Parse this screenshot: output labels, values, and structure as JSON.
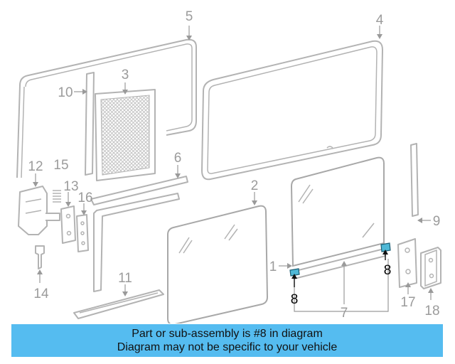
{
  "callouts": [
    "1",
    "2",
    "3",
    "4",
    "5",
    "6",
    "7",
    "8",
    "8",
    "9",
    "10",
    "11",
    "12",
    "13",
    "14",
    "15",
    "16",
    "17",
    "18"
  ],
  "highlighted_part": "8",
  "banner": {
    "line1": "Part or sub-assembly is #8 in diagram",
    "line2": "Diagram may not be specific to your vehicle"
  },
  "colors": {
    "banner_bg": "#55bcf0",
    "highlight_part": "#4fb8d6",
    "line_art": "#b3b3b3"
  }
}
